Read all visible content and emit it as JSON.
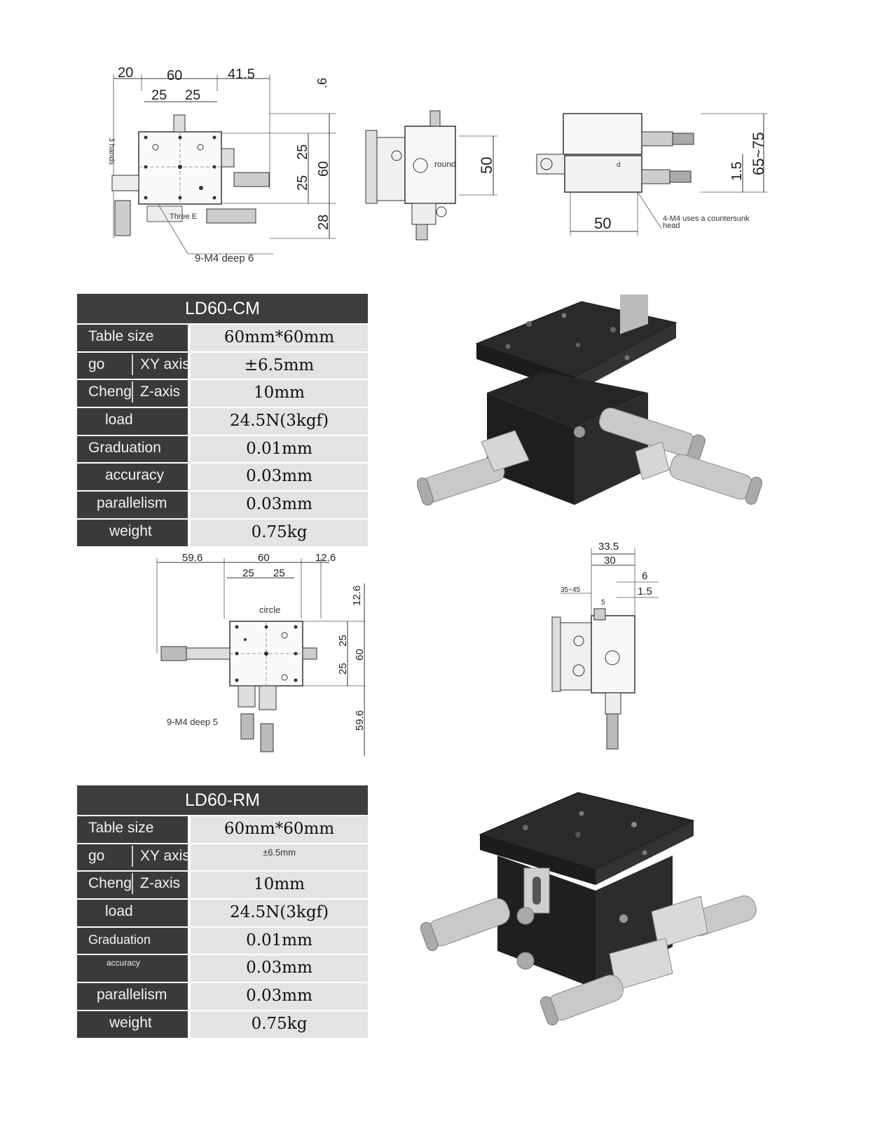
{
  "top_drawing": {
    "dims": [
      "20",
      "60",
      "41.5",
      "25",
      "25",
      "25",
      "25",
      "60",
      "28",
      ".6"
    ],
    "labels": [
      "3 hands",
      "Three E",
      "9-M4 deep 6",
      "round",
      "50",
      "65~75",
      "1.5",
      "50",
      "4-M4 uses a countersunk",
      "head",
      "d"
    ]
  },
  "product1": {
    "title": "LD60-CM",
    "rows": [
      {
        "label": "Table size",
        "value": "60mm*60mm"
      },
      {
        "label_a": "go",
        "label_b": "XY axis",
        "value": "±6.5mm"
      },
      {
        "label_a": "Cheng",
        "label_b": "Z-axis",
        "value": "10mm"
      },
      {
        "label": "load",
        "value": "24.5N(3kgf)"
      },
      {
        "label": "Graduation",
        "value": "0.01mm"
      },
      {
        "label": "accuracy",
        "value": "0.03mm"
      },
      {
        "label": "parallelism",
        "value": "0.03mm"
      },
      {
        "label": "weight",
        "value": "0.75kg"
      }
    ]
  },
  "middle_drawing": {
    "dims": [
      "59.6",
      "60",
      "12.6",
      "25",
      "25",
      "12.6",
      "25",
      "25",
      "60",
      "59.6",
      "33.5",
      "30",
      "6",
      "1.5",
      "35~45",
      "5"
    ],
    "labels": [
      "circle",
      "9-M4 deep 5"
    ]
  },
  "product2": {
    "title": "LD60-RM",
    "rows": [
      {
        "label": "Table size",
        "value": "60mm*60mm"
      },
      {
        "label_a": "go",
        "label_b": "XY axis",
        "value": "±6.5mm"
      },
      {
        "label_a": "Cheng",
        "label_b": "Z-axis",
        "value": "10mm"
      },
      {
        "label": "load",
        "value": "24.5N(3kgf)"
      },
      {
        "label": "Graduation",
        "value": "0.01mm"
      },
      {
        "label": "accuracy",
        "value": "0.03mm"
      },
      {
        "label": "parallelism",
        "value": "0.03mm"
      },
      {
        "label": "weight",
        "value": "0.75kg"
      }
    ]
  }
}
